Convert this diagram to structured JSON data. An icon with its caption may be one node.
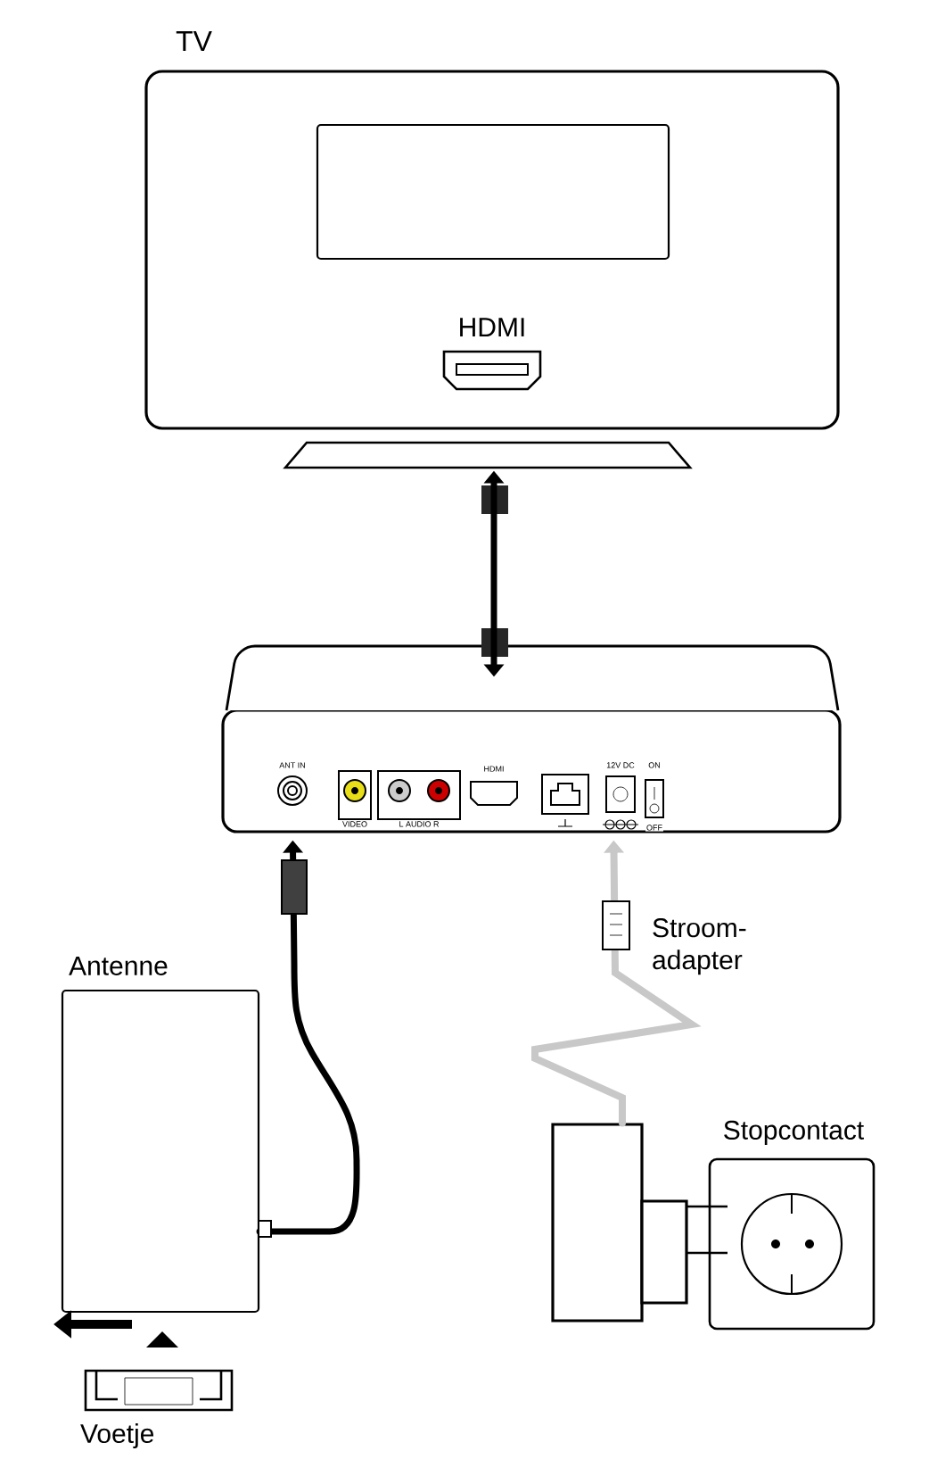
{
  "diagram": {
    "nodes": [
      {
        "text": [
          "TV",
          "HDMI"
        ]
      },
      {
        "text": [
          "ANT IN",
          "VIDEO",
          "L AUDIO R",
          "HDMI",
          "12V DC",
          "ON",
          "OFF"
        ]
      },
      {
        "text": [
          "Antenne"
        ]
      },
      {
        "text": [],
        "shape": "box"
      },
      {
        "text": [
          "Stopcontact"
        ]
      }
    ],
    "edges": [
      {
        "from": 0,
        "to": 1,
        "arrow": "both"
      },
      {
        "from": 2,
        "to": 1,
        "arrow": "to"
      },
      {
        "from": 3,
        "to": 1,
        "arrow": "to",
        "color": "#c8c8c8"
      }
    ],
    "labels": [
      "Stroom- adapter",
      "Voetje"
    ]
  }
}
